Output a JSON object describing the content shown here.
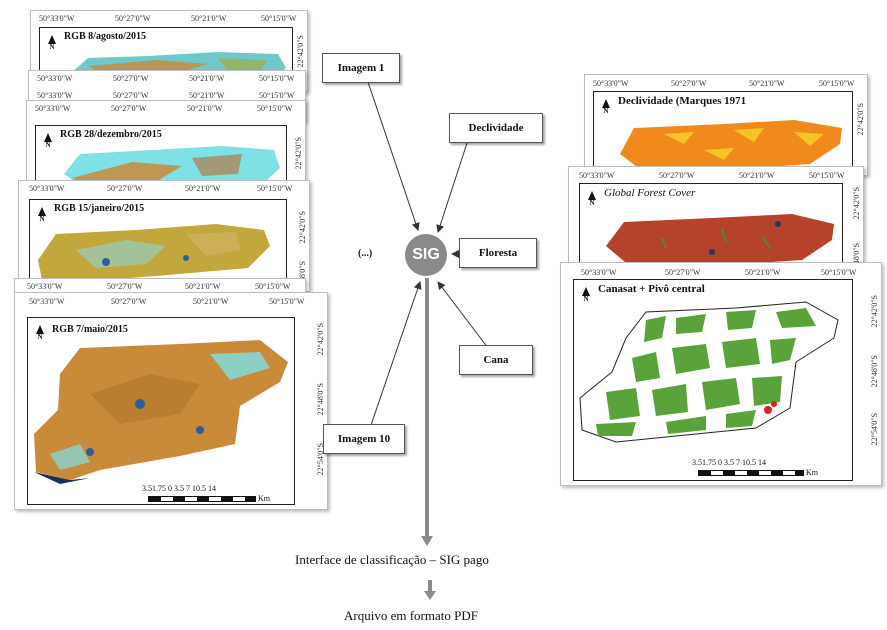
{
  "coords_top": [
    "50°33'0\"W",
    "50°27'0\"W",
    "50°21'0\"W",
    "50°15'0\"W"
  ],
  "lat_labels": [
    "22°42'0\"S",
    "22°48'0\"S",
    "22°54'0\"S",
    "22°42'0\"S",
    "22°48'0\"S",
    "22°54'0\"S"
  ],
  "north_letter": "N",
  "left_stack": {
    "titles": [
      "RGB 8/agosto/2015",
      "RGB 28/dezembro/2015",
      "RGB 15/janeiro/2015",
      "RGB 7/maio/2015"
    ],
    "scale_numbers": "3.51.75 0    3.5      7     10.5     14",
    "scale_unit": "Km"
  },
  "right_stack": {
    "titles": [
      "Declividade  (Marques  1971",
      "Global Forest Cover",
      "Canasat + Pivô central"
    ],
    "scale_numbers": "3.51.75 0    3.5      7     10.5     14",
    "scale_unit": "Km"
  },
  "center": {
    "sig_label": "SIG",
    "inputs": [
      "Imagem  1",
      "Declividade",
      "Floresta",
      "Cana",
      "Imagem  10"
    ],
    "ellipsis": "(...)",
    "output_1": "Interface de classificação – SIG pago",
    "output_2": "Arquivo em formato PDF"
  },
  "colors": {
    "rgb_orange": "#c98a3a",
    "rgb_cyan": "#7fe0e6",
    "slope_orange": "#f08a1c",
    "forest_red": "#b5432b",
    "cana_green": "#5aa33a",
    "arrow_gray": "#8a8a8a"
  }
}
